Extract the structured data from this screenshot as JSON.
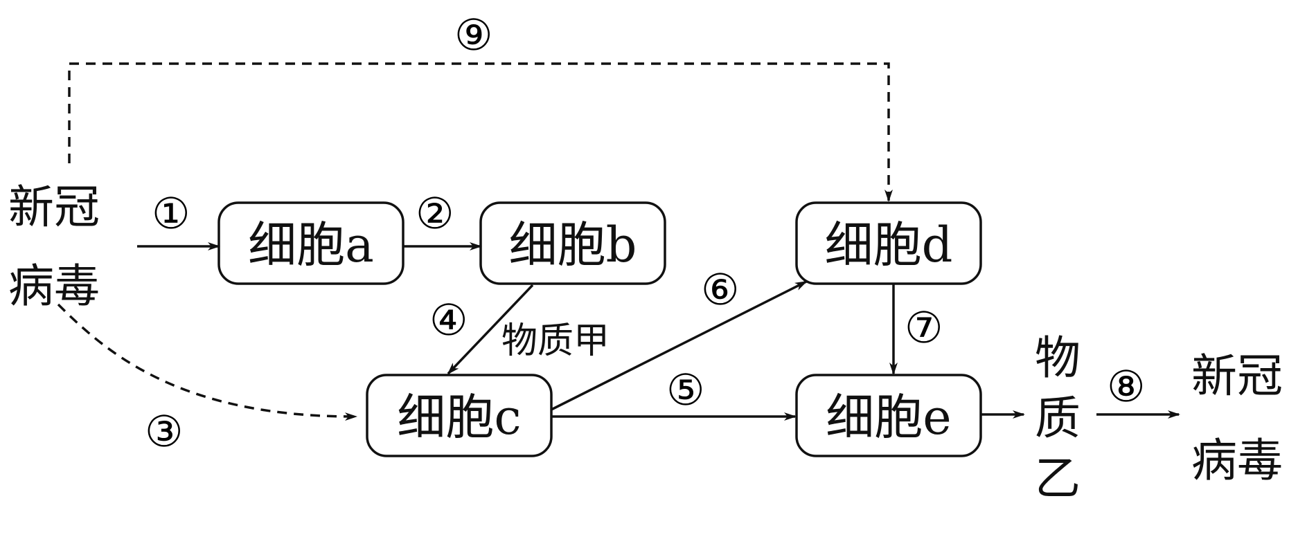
{
  "virus_start": {
    "line1": "新冠",
    "line2": "病毒"
  },
  "virus_end": {
    "line1": "新冠",
    "line2": "病毒"
  },
  "cells": [
    {
      "id": "a",
      "label": "细胞a"
    },
    {
      "id": "b",
      "label": "细胞b"
    },
    {
      "id": "c",
      "label": "细胞c"
    },
    {
      "id": "d",
      "label": "细胞d"
    },
    {
      "id": "e",
      "label": "细胞e"
    }
  ],
  "substance_a": "物质甲",
  "substance_b": {
    "line1": "物",
    "line2": "质",
    "line3": "乙"
  },
  "steps": {
    "s1": "①",
    "s2": "②",
    "s3": "③",
    "s4": "④",
    "s5": "⑤",
    "s6": "⑥",
    "s7": "⑦",
    "s8": "⑧",
    "s9": "⑨"
  }
}
